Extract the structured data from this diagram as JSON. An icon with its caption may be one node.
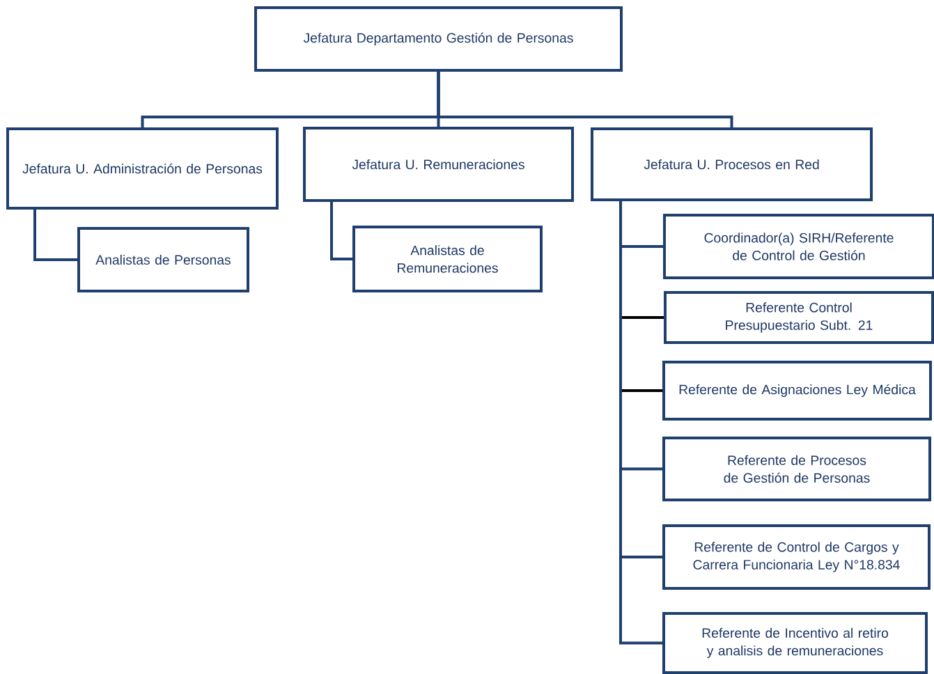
{
  "diagram": {
    "nodes": [
      {
        "text": [
          "Jefatura Departamento Gestión de Personas"
        ]
      },
      {
        "text": [
          "Jefatura U. Administración de Personas"
        ]
      },
      {
        "text": [
          "Analistas de Personas"
        ]
      },
      {
        "text": [
          "Jefatura U. Remuneraciones"
        ]
      },
      {
        "text": [
          "Analistas de Remuneraciones"
        ]
      },
      {
        "text": [
          "Jefatura U. Procesos en Red"
        ]
      },
      {
        "text": [
          "Coordinador(a) SIRH/Referente de Control de Gestión"
        ]
      },
      {
        "text": [
          "Referente Control Presupuestario Subt. 21"
        ]
      },
      {
        "text": [
          "Referente de Asignaciones Ley Médica"
        ]
      },
      {
        "text": [
          "Referente de Procesos de Gestión de Personas"
        ]
      },
      {
        "text": [
          "Referente de Control de Cargos y Carrera Funcionaria Ley N°18.834"
        ]
      },
      {
        "text": [
          "Referente de Incentivo al retiro y analisis de remuneraciones"
        ]
      }
    ],
    "edges": [
      {
        "from": 0,
        "to": 1,
        "arrow": "none"
      },
      {
        "from": 0,
        "to": 3,
        "arrow": "none"
      },
      {
        "from": 0,
        "to": 5,
        "arrow": "none"
      },
      {
        "from": 1,
        "to": 2,
        "arrow": "none"
      },
      {
        "from": 3,
        "to": 4,
        "arrow": "none"
      },
      {
        "from": 5,
        "to": 6,
        "arrow": "none"
      },
      {
        "from": 5,
        "to": 7,
        "arrow": "none",
        "color": "#000000"
      },
      {
        "from": 5,
        "to": 8,
        "arrow": "none",
        "color": "#000000"
      },
      {
        "from": 5,
        "to": 9,
        "arrow": "none"
      },
      {
        "from": 5,
        "to": 10,
        "arrow": "none"
      },
      {
        "from": 5,
        "to": 11,
        "arrow": "none"
      }
    ]
  }
}
